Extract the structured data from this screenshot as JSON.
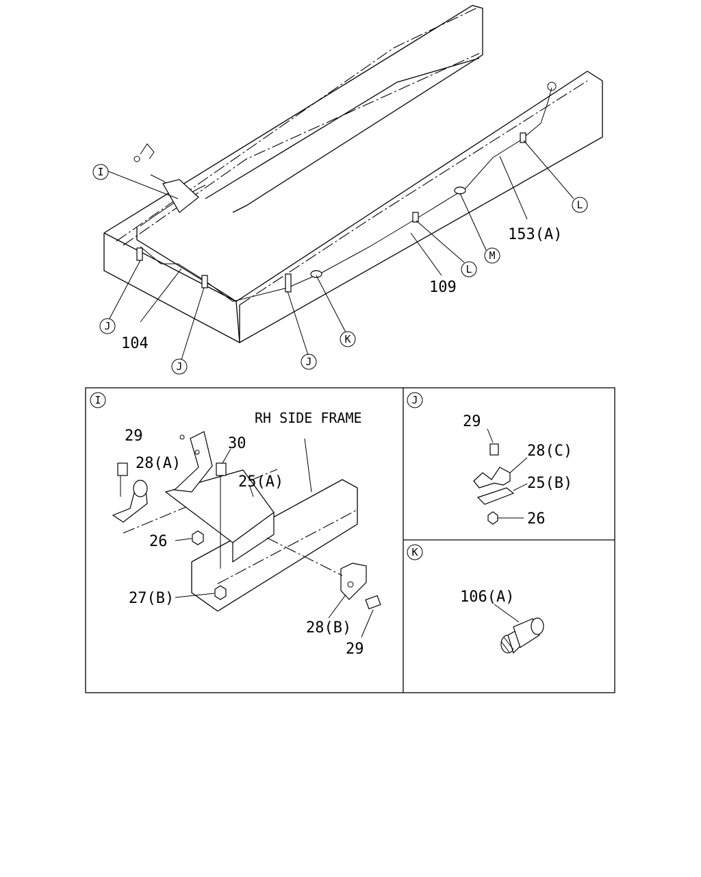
{
  "overview": {
    "callouts": {
      "I_top": "I",
      "J_left": "J",
      "J_mid": "J",
      "J_right": "J",
      "K": "K",
      "L_lower": "L",
      "L_upper": "L",
      "M": "M"
    },
    "part_labels": {
      "p104": "104",
      "p109": "109",
      "p153a": "153(A)"
    }
  },
  "panel_I": {
    "tag": "I",
    "title": "RH SIDE FRAME",
    "labels": {
      "p29_top": "29",
      "p28a": "28(A)",
      "p30": "30",
      "p25a": "25(A)",
      "p26": "26",
      "p27b": "27(B)",
      "p28b": "28(B)",
      "p29_bottom": "29"
    }
  },
  "panel_J": {
    "tag": "J",
    "labels": {
      "p29": "29",
      "p28c": "28(C)",
      "p25b": "25(B)",
      "p26": "26"
    }
  },
  "panel_K": {
    "tag": "K",
    "labels": {
      "p106a": "106(A)"
    }
  }
}
